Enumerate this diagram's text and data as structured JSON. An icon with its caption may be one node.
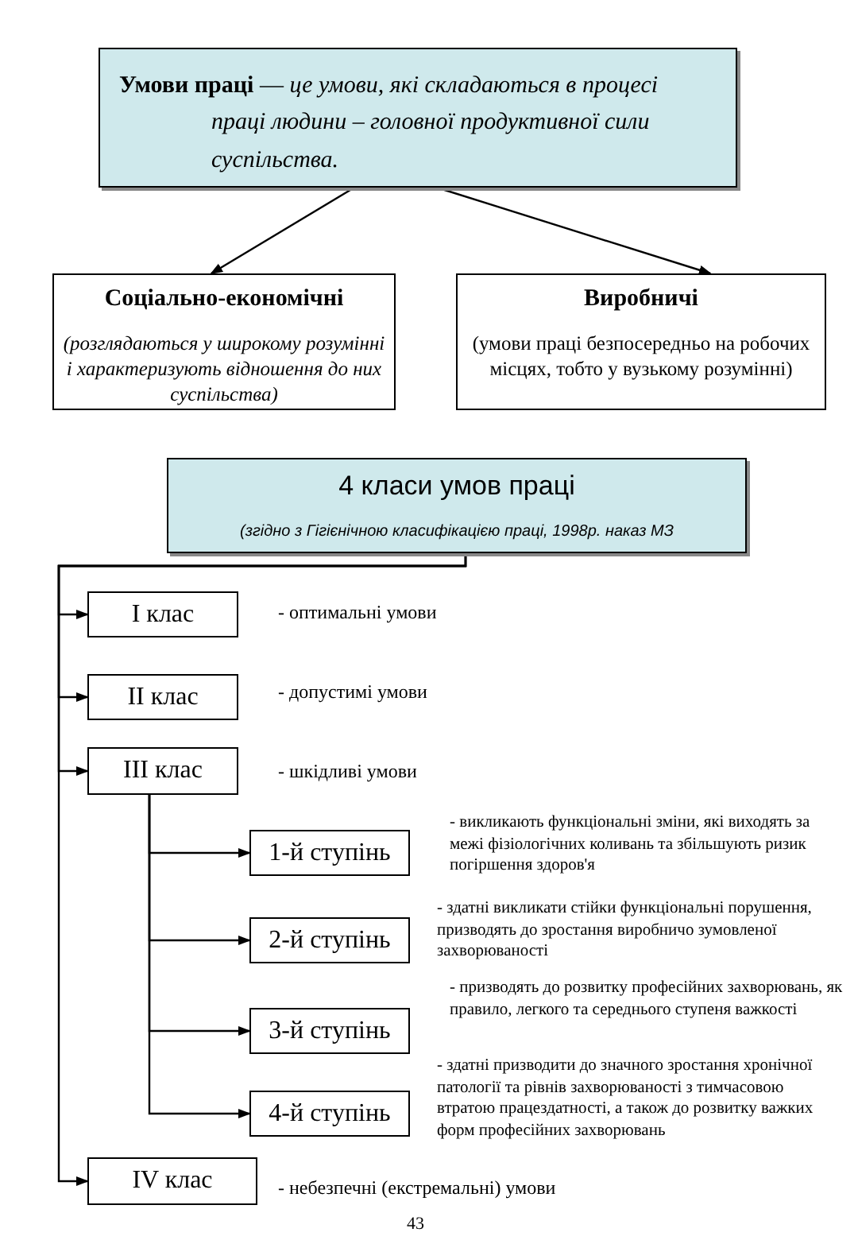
{
  "diagram": {
    "nodes": [
      {
        "text": [
          "**Умови праці** — *це умови, які складаються в процесі праці людини – головної продуктивної сили суспільства.*"
        ]
      },
      {
        "text": [
          "Соціально-економічні",
          "(розглядаються у широкому розумінні і характеризують відношення до них суспільства)"
        ]
      },
      {
        "text": [
          "Виробничі",
          "(умови праці безпосередньо на робочих місцях, тобто у вузькому розумінні)"
        ]
      },
      {
        "text": [
          "4 класи умов праці",
          "(згідно з Гігієнічною класифікацією праці, 1998р. наказ МЗ"
        ]
      },
      {
        "text": [
          "І клас"
        ],
        "beside": [
          "- оптимальні умови"
        ]
      },
      {
        "text": [
          "ІІ клас"
        ],
        "beside": [
          "- допустимі умови"
        ]
      },
      {
        "text": [
          "ІІІ клас"
        ],
        "beside": [
          "- шкідливі умови"
        ]
      },
      {
        "text": [
          "1-й ступінь"
        ],
        "beside": [
          "- викликають функціональні зміни, які виходять за межі фізіологічних коливань та збільшують ризик погіршення здоров'я"
        ]
      },
      {
        "text": [
          "2-й ступінь"
        ],
        "beside": [
          "- здатні викликати стійки функціональні порушення, призводять до зростання виробничо зумовленої захворюваності"
        ]
      },
      {
        "text": [
          "3-й ступінь"
        ],
        "beside": [
          "- призводять до розвитку професійних захворювань, як правило, легкого та середнього ступеня важкості"
        ]
      },
      {
        "text": [
          "4-й ступінь"
        ],
        "beside": [
          "- здатні призводити до значного зростання хронічної патології та рівнів захворюваності з тимчасовою втратою працездатності, а також до розвитку важких форм професійних захворювань"
        ]
      },
      {
        "text": [
          "ІV клас"
        ],
        "beside": [
          "- небезпечні (екстремальні) умови"
        ]
      }
    ],
    "edges": [
      {
        "from": 0,
        "to": 1,
        "arrow": "to"
      },
      {
        "from": 0,
        "to": 2,
        "arrow": "to"
      },
      {
        "from": 3,
        "to": 4,
        "arrow": "to"
      },
      {
        "from": 3,
        "to": 5,
        "arrow": "to"
      },
      {
        "from": 3,
        "to": 6,
        "arrow": "to"
      },
      {
        "from": 6,
        "to": 7,
        "arrow": "to"
      },
      {
        "from": 6,
        "to": 8,
        "arrow": "to"
      },
      {
        "from": 6,
        "to": 9,
        "arrow": "to"
      },
      {
        "from": 6,
        "to": 10,
        "arrow": "to"
      },
      {
        "from": 3,
        "to": 11,
        "arrow": "to"
      }
    ],
    "labels": [
      "43"
    ]
  }
}
